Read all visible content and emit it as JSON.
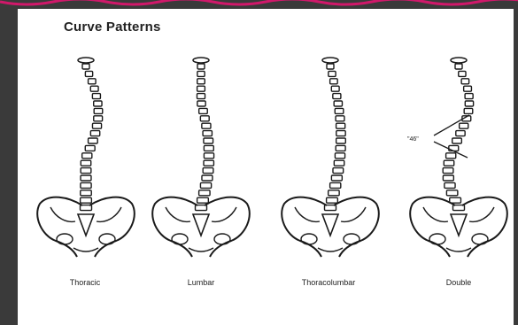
{
  "figure": {
    "title": "Curve Patterns",
    "patterns": [
      {
        "label": "Thoracic"
      },
      {
        "label": "Lumbar"
      },
      {
        "label": "Thoracolumbar"
      },
      {
        "label": "Double"
      }
    ],
    "annotation": "\"46\""
  },
  "colors": {
    "frame": "#3a3a3a",
    "panel": "#ffffff",
    "accent_edge": "#d0186a",
    "ink": "#1a1a1a"
  }
}
